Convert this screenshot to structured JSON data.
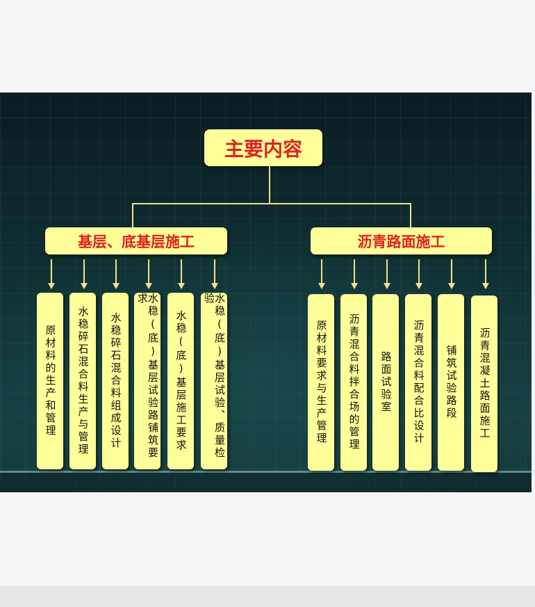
{
  "title": "主要内容",
  "branches": [
    {
      "label": "基层、底基层施工",
      "items": [
        "原材料的生产和管理",
        "水稳碎石混合料生产与管理",
        "水稳碎石混合料组成设计",
        "水稳(底)基层试验路铺筑要求",
        "水稳(底)基层施工要求",
        "水稳(底)基层试验、质量检验"
      ]
    },
    {
      "label": "沥青路面施工",
      "items": [
        "原材料要求与生产管理",
        "沥青混合料拌合场的管理",
        "路面试验室",
        "沥青混合料配合比设计",
        "铺筑试验路段",
        "沥青混凝土路面施工"
      ]
    }
  ],
  "colors": {
    "box_fill": "#ffff99",
    "heading_text": "#e02020",
    "connector": "#f0e48a",
    "background": "#0f2d31"
  }
}
